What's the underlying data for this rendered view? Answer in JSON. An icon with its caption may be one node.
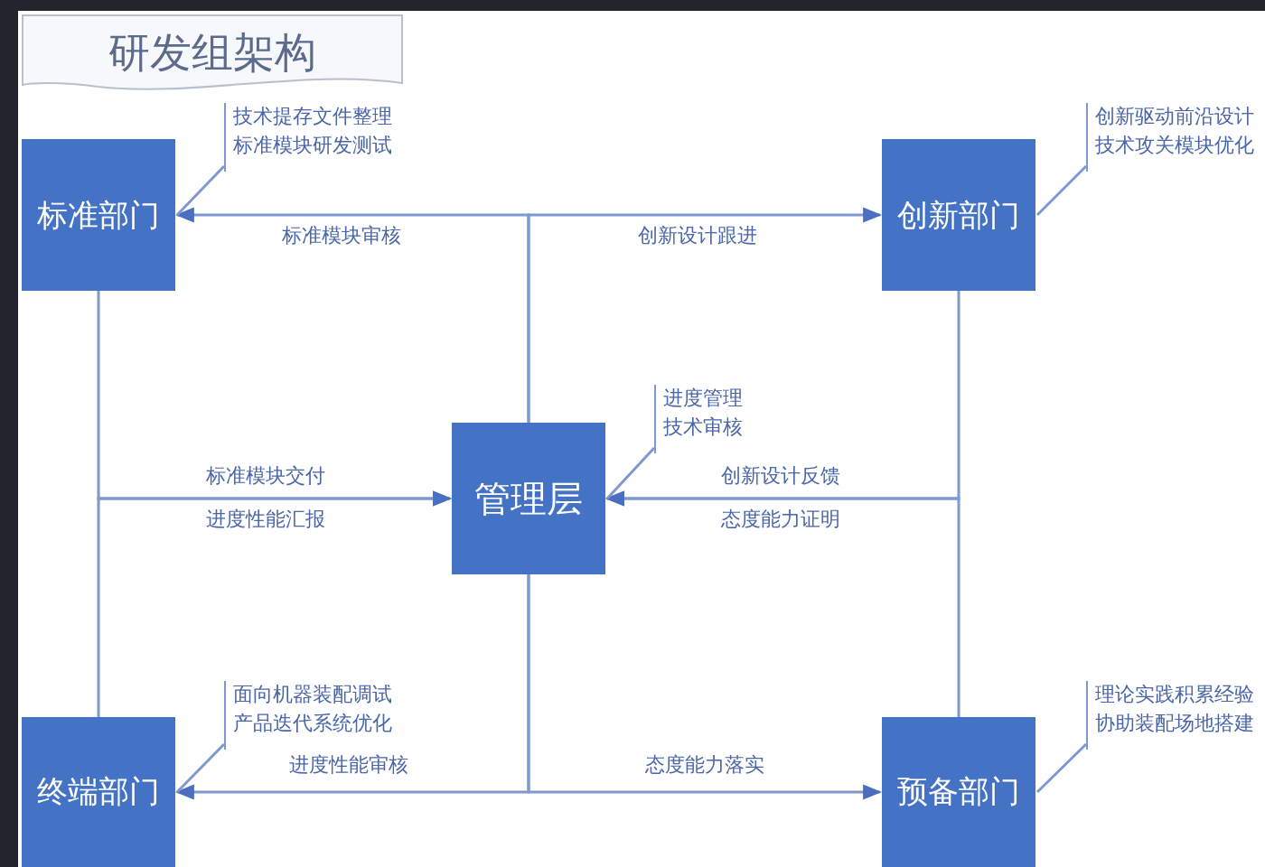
{
  "diagram": {
    "nodes": [
      {
        "text": [
          "研发组架构"
        ]
      },
      {
        "text": [
          "标准部门"
        ]
      },
      {
        "text": [
          "技术提存文件整理",
          "标准模块研发测试"
        ]
      },
      {
        "text": [
          "创新部门"
        ]
      },
      {
        "text": [
          "创新驱动前沿设计",
          "技术攻关模块优化"
        ]
      },
      {
        "text": [
          "管理层"
        ]
      },
      {
        "text": [
          "进度管理",
          "技术审核"
        ]
      },
      {
        "text": [
          "终端部门"
        ]
      },
      {
        "text": [
          "面向机器装配调试",
          "产品迭代系统优化"
        ]
      },
      {
        "text": [
          "预备部门"
        ]
      },
      {
        "text": [
          "理论实践积累经验",
          "协助装配场地搭建"
        ]
      }
    ],
    "edges": [
      {
        "from": 5,
        "to": 1,
        "arrow": "to",
        "label": "标准模块审核"
      },
      {
        "from": 5,
        "to": 3,
        "arrow": "to",
        "label": "创新设计跟进"
      },
      {
        "from": 1,
        "to": 5,
        "arrow": "to",
        "label": "标准模块交付"
      },
      {
        "from": 7,
        "to": 5,
        "arrow": "to",
        "label": "进度性能汇报"
      },
      {
        "from": 3,
        "to": 5,
        "arrow": "to",
        "label": "创新设计反馈"
      },
      {
        "from": 9,
        "to": 5,
        "arrow": "to",
        "label": "态度能力证明"
      },
      {
        "from": 5,
        "to": 7,
        "arrow": "to",
        "label": "进度性能审核"
      },
      {
        "from": 5,
        "to": 9,
        "arrow": "to",
        "label": "态度能力落实"
      },
      {
        "from": 2,
        "to": 1,
        "arrow": "none"
      },
      {
        "from": 4,
        "to": 3,
        "arrow": "none"
      },
      {
        "from": 6,
        "to": 5,
        "arrow": "none"
      },
      {
        "from": 8,
        "to": 7,
        "arrow": "none"
      },
      {
        "from": 10,
        "to": 9,
        "arrow": "none"
      }
    ]
  }
}
